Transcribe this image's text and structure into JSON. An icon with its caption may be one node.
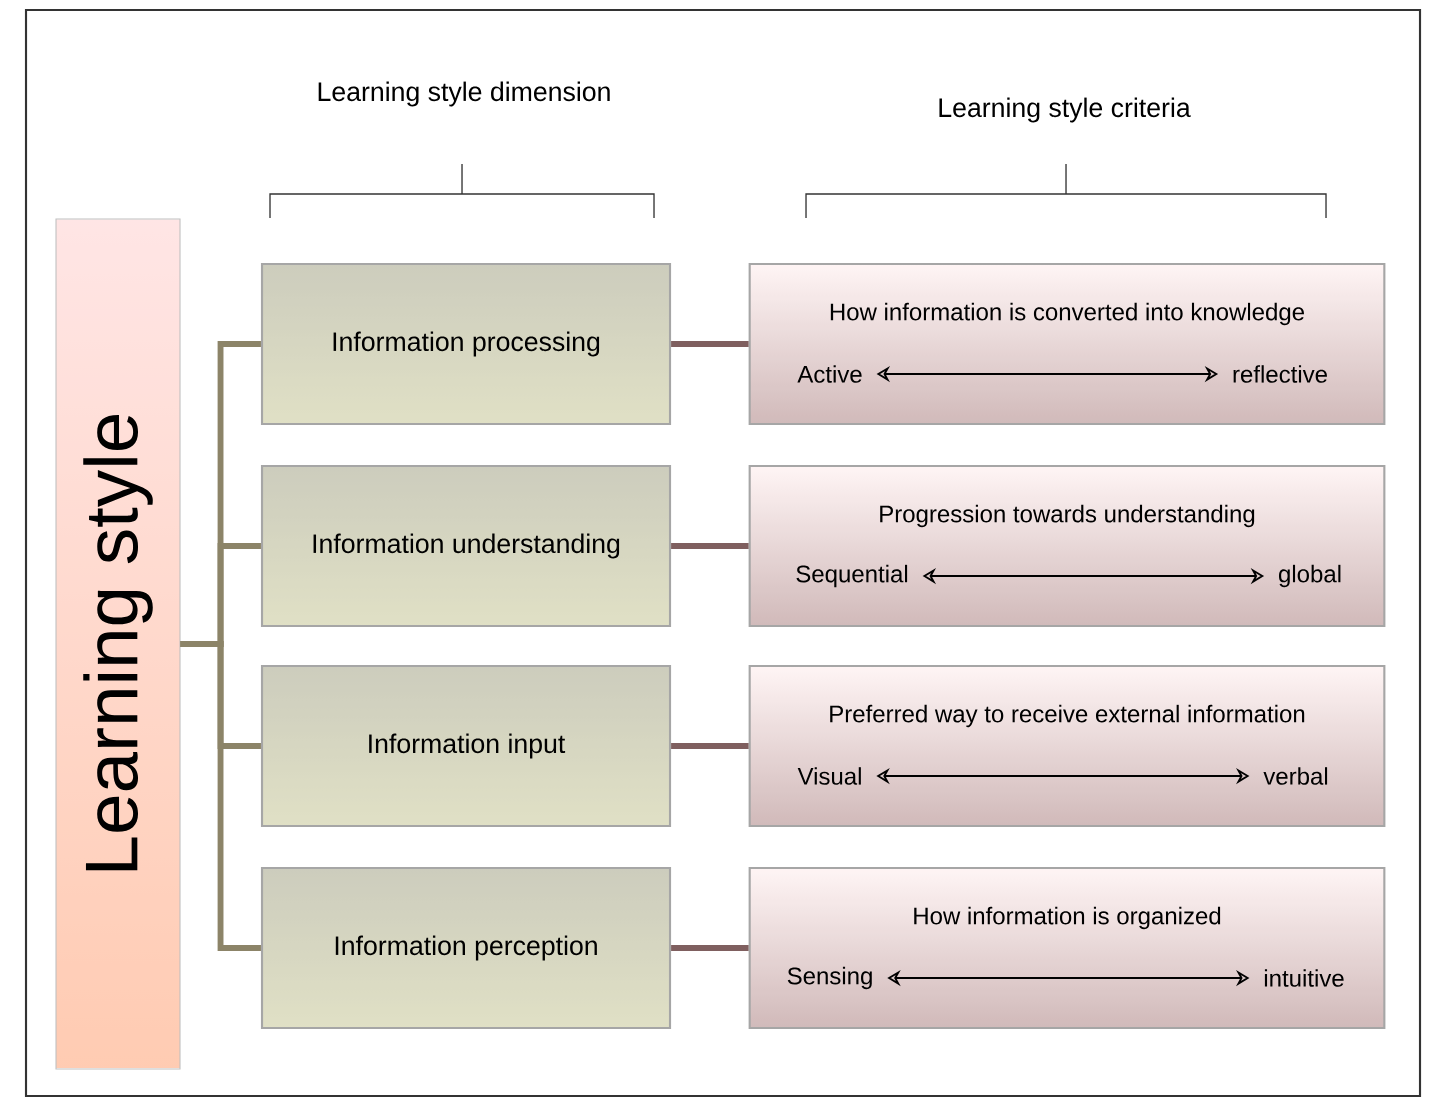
{
  "diagram": {
    "nodes": [
      {
        "text": [
          "Learning style"
        ]
      },
      {
        "text": [
          "Information processing"
        ]
      },
      {
        "text": [
          "How information is converted into knowledge"
        ]
      },
      {
        "text": [
          "Active"
        ],
        "in": 2
      },
      {
        "text": [
          "reflective"
        ],
        "in": 2
      },
      {
        "text": [
          "Information understanding"
        ]
      },
      {
        "text": [
          "Progression towards understanding"
        ]
      },
      {
        "text": [
          "Sequential"
        ],
        "in": 6
      },
      {
        "text": [
          "global"
        ],
        "in": 6
      },
      {
        "text": [
          "Information input"
        ]
      },
      {
        "text": [
          "Preferred way to receive external information"
        ]
      },
      {
        "text": [
          "Visual"
        ],
        "in": 10
      },
      {
        "text": [
          "verbal"
        ],
        "in": 10
      },
      {
        "text": [
          "Information perception"
        ]
      },
      {
        "text": [
          "How information is organized"
        ]
      },
      {
        "text": [
          "Sensing"
        ],
        "in": 14
      },
      {
        "text": [
          "intuitive"
        ],
        "in": 14
      }
    ],
    "edges": [
      {
        "from": 0,
        "to": 1,
        "arrow": "none",
        "color": "#8c8468"
      },
      {
        "from": 0,
        "to": 5,
        "arrow": "none",
        "color": "#8c8468"
      },
      {
        "from": 0,
        "to": 9,
        "arrow": "none",
        "color": "#8c8468"
      },
      {
        "from": 0,
        "to": 13,
        "arrow": "none",
        "color": "#8c8468"
      },
      {
        "from": 1,
        "to": 2,
        "arrow": "none",
        "color": "#7f5f5f"
      },
      {
        "from": 5,
        "to": 6,
        "arrow": "none",
        "color": "#7f5f5f"
      },
      {
        "from": 9,
        "to": 10,
        "arrow": "none",
        "color": "#7f5f5f"
      },
      {
        "from": 13,
        "to": 14,
        "arrow": "none",
        "color": "#7f5f5f"
      },
      {
        "from": 3,
        "to": 4,
        "arrow": "both",
        "color": "#000000"
      },
      {
        "from": 7,
        "to": 8,
        "arrow": "both",
        "color": "#000000"
      },
      {
        "from": 11,
        "to": 12,
        "arrow": "both",
        "color": "#000000"
      },
      {
        "from": 15,
        "to": 16,
        "arrow": "both",
        "color": "#000000"
      }
    ],
    "labels": [
      "Learning style dimension",
      "Learning style criteria"
    ]
  }
}
